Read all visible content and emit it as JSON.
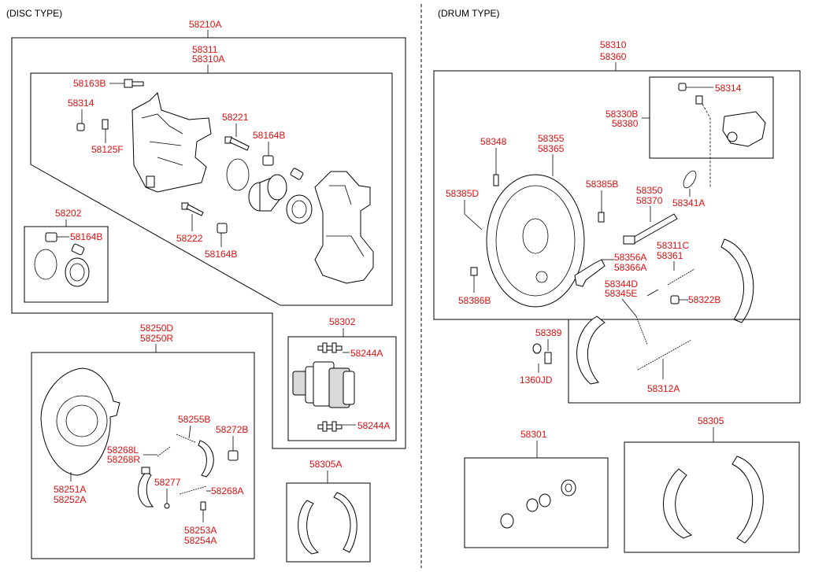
{
  "sections": {
    "disc": "(DISC TYPE)",
    "drum": "(DRUM TYPE)"
  },
  "disc_labels": {
    "l58210A": "58210A",
    "l58311": "58311",
    "l58310A": "58310A",
    "l58163B": "58163B",
    "l58314": "58314",
    "l58125F": "58125F",
    "l58221": "58221",
    "l58164B_a": "58164B",
    "l58222": "58222",
    "l58164B_b": "58164B",
    "l58202": "58202",
    "l58164B_c": "58164B",
    "l58250D": "58250D",
    "l58250R": "58250R",
    "l58302": "58302",
    "l58244A_a": "58244A",
    "l58244A_b": "58244A",
    "l58255B": "58255B",
    "l58272B": "58272B",
    "l58268L": "58268L",
    "l58268R": "58268R",
    "l58277": "58277",
    "l58268A": "58268A",
    "l58251A": "58251A",
    "l58252A": "58252A",
    "l58253A": "58253A",
    "l58254A": "58254A",
    "l58305A": "58305A"
  },
  "drum_labels": {
    "l58310": "58310",
    "l58360": "58360",
    "l58314": "58314",
    "l58330B": "58330B",
    "l58380": "58380",
    "l58348": "58348",
    "l58355": "58355",
    "l58365": "58365",
    "l58385B": "58385B",
    "l58385D": "58385D",
    "l58350": "58350",
    "l58370": "58370",
    "l58341A": "58341A",
    "l58311C": "58311C",
    "l58361": "58361",
    "l58356A": "58356A",
    "l58366A": "58366A",
    "l58386B": "58386B",
    "l58344D": "58344D",
    "l58345E": "58345E",
    "l58322B": "58322B",
    "l58389": "58389",
    "l1360JD": "1360JD",
    "l58312A": "58312A",
    "l58301": "58301",
    "l58305": "58305"
  }
}
